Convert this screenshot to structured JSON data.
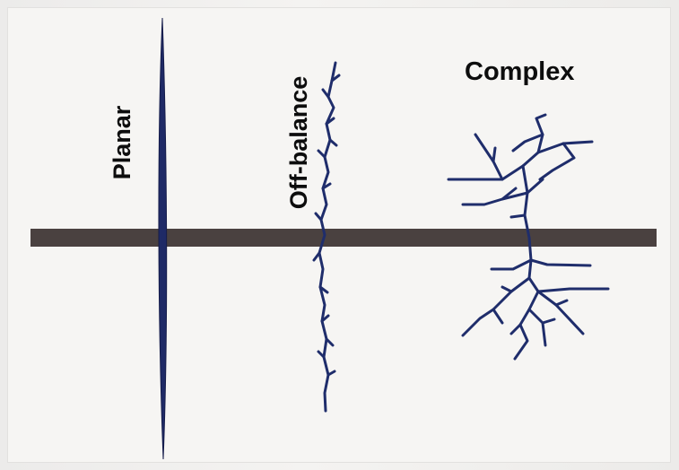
{
  "labels": {
    "planar": "Planar",
    "off_balance": "Off-balance",
    "complex": "Complex"
  },
  "colors": {
    "background": "#f6f5f3",
    "ground_bar": "#4a4140",
    "root_stroke": "#1f2d6b",
    "planar_fill": "#1f2a66",
    "text": "#0d0d0d"
  }
}
